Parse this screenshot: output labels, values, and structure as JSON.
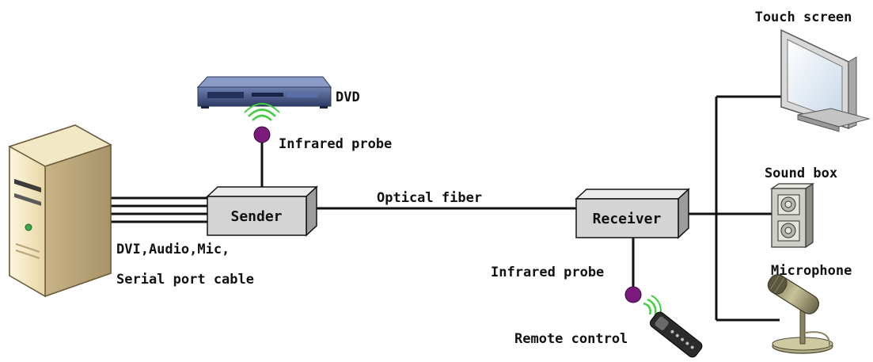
{
  "labels": {
    "touch_screen": "Touch screen",
    "dvd": "DVD",
    "infrared_probe_top": "Infrared probe",
    "optical_fiber": "Optical fiber",
    "sender": "Sender",
    "receiver": "Receiver",
    "sound_box": "Sound box",
    "microphone": "Microphone",
    "cable_line1": "DVI,Audio,Mic,",
    "cable_line2": "Serial port cable",
    "infrared_probe_bottom": "Infrared probe",
    "remote_control": "Remote control"
  },
  "colors": {
    "box_fill": "#d4d4d4",
    "probe": "#7a1a7a",
    "signal": "#3fcf3f",
    "line": "#111111",
    "dvd": "#3e4f7a"
  }
}
